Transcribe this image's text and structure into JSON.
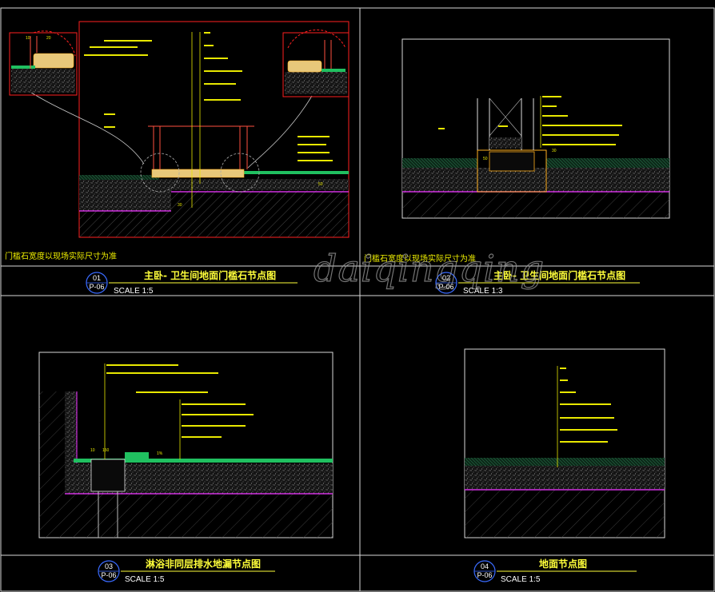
{
  "watermark": "daiqingqing",
  "colors": {
    "background": "#000000",
    "frame": "#ffffff",
    "title_yellow": "#ffff3a",
    "badge_ring": "#3a6bff",
    "red": "#ff2020",
    "magenta": "#d030e0",
    "cyan": "#30d0d0",
    "green": "#20c060",
    "orange": "#ff9020"
  },
  "details": [
    {
      "number": "01",
      "sheet": "P-06",
      "title": "主卧- 卫生间地面门槛石节点图",
      "scale": "SCALE 1:5",
      "note": "门槛石宽度以现场实际尺寸为准",
      "dims": [
        "10",
        "20",
        "50",
        "30"
      ]
    },
    {
      "number": "02",
      "sheet": "P-06",
      "title": "主卧- 卫生间地面门槛石节点图",
      "scale": "SCALE 1:3",
      "note": "门槛石宽度以现场实际尺寸为准",
      "dims": [
        "50",
        "30"
      ]
    },
    {
      "number": "03",
      "sheet": "P-06",
      "title": "淋浴非同层排水地漏节点图",
      "scale": "SCALE 1:5",
      "dims": [
        "150",
        "1%",
        "10"
      ]
    },
    {
      "number": "04",
      "sheet": "P-06",
      "title": "地面节点图",
      "scale": "SCALE 1:5"
    }
  ]
}
